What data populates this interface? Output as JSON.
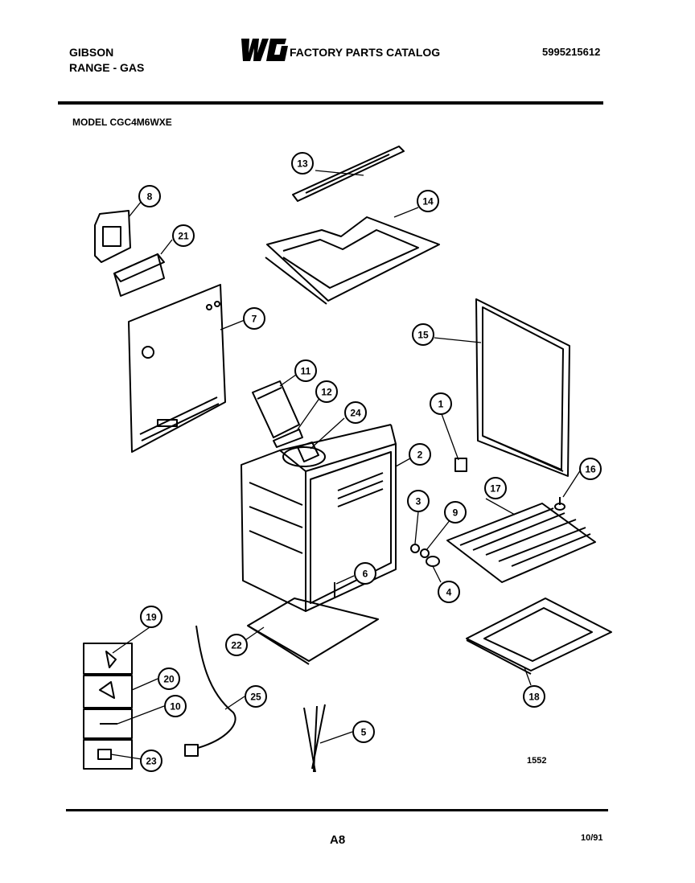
{
  "header": {
    "brand_line1": "GIBSON",
    "brand_line2": "RANGE - GAS",
    "logo_text": "WCI",
    "catalog_title": "FACTORY PARTS CATALOG",
    "part_number": "5995215612"
  },
  "model_label": "MODEL CGC4M6WXE",
  "callouts": [
    "13",
    "8",
    "14",
    "21",
    "7",
    "15",
    "11",
    "12",
    "24",
    "1",
    "2",
    "16",
    "3",
    "9",
    "17",
    "4",
    "6",
    "19",
    "20",
    "22",
    "25",
    "10",
    "5",
    "23",
    "18"
  ],
  "diagram_number": "1552",
  "footer": {
    "page": "A8",
    "date": "10/91"
  }
}
